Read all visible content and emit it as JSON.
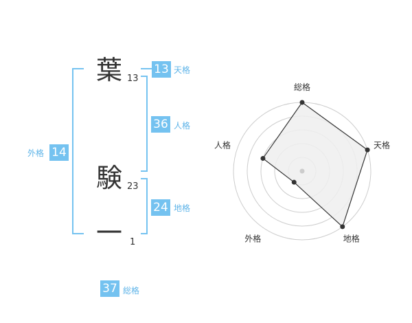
{
  "name": {
    "chars": [
      {
        "char": "葉",
        "strokes": "13"
      },
      {
        "char": "験",
        "strokes": "23"
      },
      {
        "char": "一",
        "strokes": "1"
      }
    ]
  },
  "fortune": {
    "tenkaku": {
      "label": "天格",
      "value": "13"
    },
    "jinkaku": {
      "label": "人格",
      "value": "36"
    },
    "chikaku": {
      "label": "地格",
      "value": "24"
    },
    "gaikaku": {
      "label": "外格",
      "value": "14"
    },
    "soukaku": {
      "label": "総格",
      "value": "37"
    }
  },
  "chart_data": {
    "type": "radar",
    "axes": [
      "総格",
      "天格",
      "地格",
      "外格",
      "人格"
    ],
    "values": [
      5,
      5,
      5,
      1,
      3
    ],
    "max": 5,
    "rings": 5,
    "colors": {
      "fill": "#eeeeee",
      "line": "#333333",
      "point": "#333333",
      "ring": "#cccccc",
      "center": "#cccccc"
    }
  },
  "colors": {
    "accent": "#74c2f0",
    "bracket": "#74c2f0"
  }
}
